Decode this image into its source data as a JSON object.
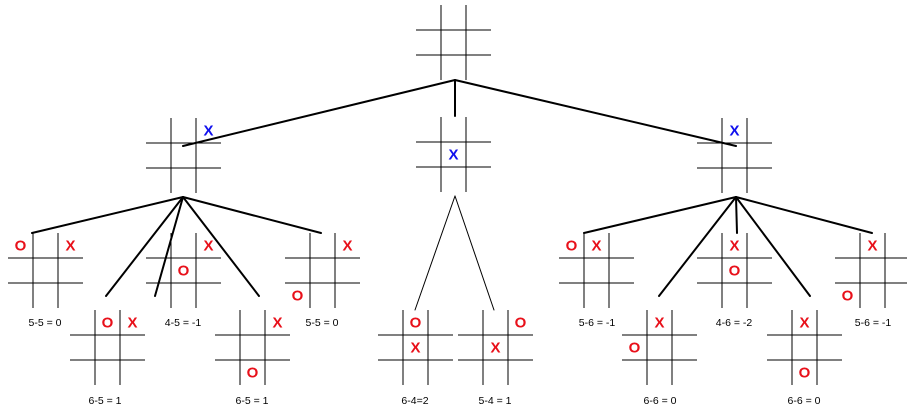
{
  "colors": {
    "x_root_child": "#1010ee",
    "mark": "#e8101a",
    "line": "#000000",
    "background": "#ffffff"
  },
  "root": {
    "marks": []
  },
  "level1": [
    {
      "marks": [
        {
          "symbol": "X",
          "cell": 2,
          "color_key": "x_root_child"
        }
      ]
    },
    {
      "marks": [
        {
          "symbol": "X",
          "cell": 4,
          "color_key": "x_root_child"
        }
      ]
    },
    {
      "marks": [
        {
          "symbol": "X",
          "cell": 1,
          "color_key": "x_root_child"
        }
      ]
    }
  ],
  "leaves": [
    {
      "marks": [
        {
          "symbol": "O",
          "cell": 0
        },
        {
          "symbol": "X",
          "cell": 2
        }
      ],
      "label": "5-5 = 0"
    },
    {
      "marks": [
        {
          "symbol": "O",
          "cell": 1
        },
        {
          "symbol": "X",
          "cell": 2
        }
      ],
      "label": "6-5 = 1"
    },
    {
      "marks": [
        {
          "symbol": "X",
          "cell": 2
        },
        {
          "symbol": "O",
          "cell": 4
        }
      ],
      "label": "4-5 = -1"
    },
    {
      "marks": [
        {
          "symbol": "X",
          "cell": 2
        },
        {
          "symbol": "O",
          "cell": 7
        }
      ],
      "label": "6-5 = 1"
    },
    {
      "marks": [
        {
          "symbol": "X",
          "cell": 2
        },
        {
          "symbol": "O",
          "cell": 6
        }
      ],
      "label": "5-5 = 0"
    },
    {
      "marks": [
        {
          "symbol": "O",
          "cell": 1
        },
        {
          "symbol": "X",
          "cell": 4
        }
      ],
      "label": "6-4=2"
    },
    {
      "marks": [
        {
          "symbol": "O",
          "cell": 2
        },
        {
          "symbol": "X",
          "cell": 4
        }
      ],
      "label": "5-4 = 1"
    },
    {
      "marks": [
        {
          "symbol": "O",
          "cell": 0
        },
        {
          "symbol": "X",
          "cell": 1
        }
      ],
      "label": "5-6 = -1"
    },
    {
      "marks": [
        {
          "symbol": "X",
          "cell": 1
        },
        {
          "symbol": "O",
          "cell": 3
        }
      ],
      "label": "6-6 = 0"
    },
    {
      "marks": [
        {
          "symbol": "X",
          "cell": 1
        },
        {
          "symbol": "O",
          "cell": 4
        }
      ],
      "label": "4-6 = -2"
    },
    {
      "marks": [
        {
          "symbol": "X",
          "cell": 1
        },
        {
          "symbol": "O",
          "cell": 7
        }
      ],
      "label": "6-6 = 0"
    },
    {
      "marks": [
        {
          "symbol": "X",
          "cell": 1
        },
        {
          "symbol": "O",
          "cell": 6
        }
      ],
      "label": "5-6 = -1"
    }
  ]
}
